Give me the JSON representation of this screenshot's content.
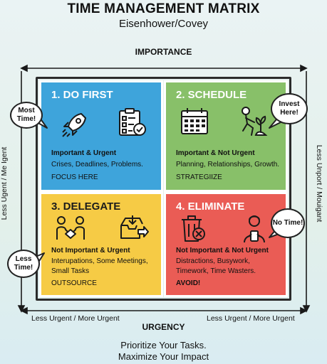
{
  "title": "TIME MANAGEMENT MATRIX",
  "subtitle": "Eisenhower/Covey",
  "axis_top": "IMPORTANCE",
  "axis_bottom": "URGENCY",
  "axis_bottom_ticks": {
    "left": "Less Urgent / More Urgent",
    "right": "Less Urgent / More Urgent"
  },
  "axis_left_label": "Less Ugent / Me Igent",
  "axis_right_label": "Less Unport / Mouigant",
  "quadrants": [
    {
      "heading": "1. DO FIRST",
      "subheading": "Important & Urgent",
      "description": "Crises, Deadlines, Problems.",
      "action": "FOCUS HERE",
      "color": "#3ea4db",
      "icons": [
        "rocket-icon",
        "checklist-icon"
      ]
    },
    {
      "heading": "2. SCHEDULE",
      "subheading": "Important & Not Urgent",
      "description": "Planning, Relationships, Growth.",
      "action": "STRATEGIIZE",
      "color": "#88c069",
      "icons": [
        "calendar-icon",
        "gardener-icon"
      ]
    },
    {
      "heading": "3. DELEGATE",
      "subheading": "Not Important & Urgent",
      "description": "Interupations, Some Meetings, Small Tasks",
      "action": "OUTSOURCE",
      "color": "#f6cb45",
      "icons": [
        "handshake-icon",
        "inbox-forward-icon"
      ]
    },
    {
      "heading": "4. ELIMINATE",
      "subheading": "Not Important & Not Urgent",
      "description": "Distractions, Busywork, Timework, Time Wasters.",
      "action": "AVOID!",
      "color": "#ea5c55",
      "icons": [
        "trash-icon",
        "phone-user-icon"
      ]
    }
  ],
  "bubbles": {
    "q1": "Most Time!",
    "q2": "Invest Here!",
    "q3": "Less Time!",
    "q4": "No Time!"
  },
  "footer": {
    "line1": "Prioritize Your Tasks.",
    "line2": "Maximize Your Impact"
  }
}
